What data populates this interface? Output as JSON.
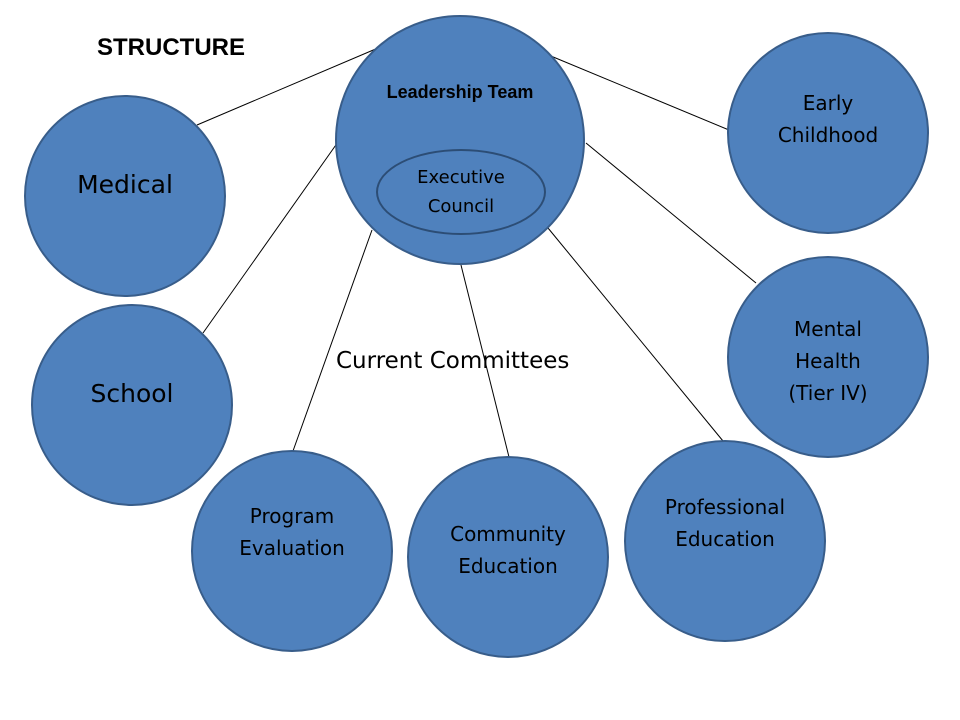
{
  "slide": {
    "title": "STRUCTURE",
    "group_label": "Current Committees"
  },
  "leadership": {
    "title": "Leadership Team",
    "inner": "Executive\nCouncil"
  },
  "committees": {
    "medical": "Medical",
    "school": "School",
    "program_evaluation": "Program\nEvaluation",
    "community_education": "Community\nEducation",
    "professional_education": "Professional\nEducation",
    "mental_health": "Mental\nHealth\n(Tier IV)",
    "early_childhood": "Early\nChildhood"
  },
  "colors": {
    "node_fill": "#4f81bd",
    "node_border": "#385d8a",
    "connector": "#000000",
    "text": "#000000"
  }
}
